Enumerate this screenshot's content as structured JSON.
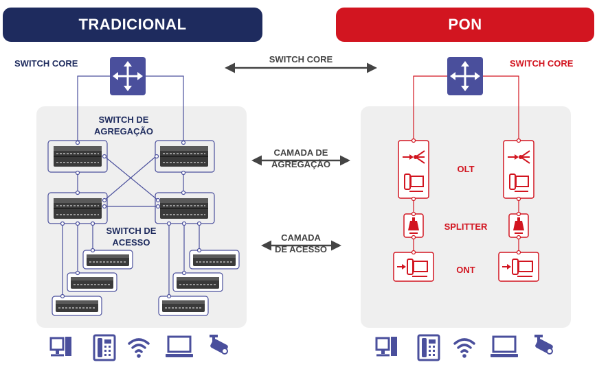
{
  "headers": {
    "left": "TRADICIONAL",
    "right": "PON"
  },
  "left": {
    "core_label": "SWITCH CORE",
    "aggregation_label": [
      "SWITCH DE",
      "AGREGAÇÃO"
    ],
    "access_label": [
      "SWITCH DE",
      "ACESSO"
    ]
  },
  "right": {
    "core_label": "SWITCH CORE",
    "olt_label": "OLT",
    "splitter_label": "SPLITTER",
    "ont_label": "ONT"
  },
  "middle": {
    "core": "SWITCH CORE",
    "aggregation": [
      "CAMADA DE",
      "AGREGAÇÃO"
    ],
    "access": [
      "CAMADA",
      "DE ACESSO"
    ]
  },
  "endpoint_icons": [
    "computer-icon",
    "phone-icon",
    "wifi-icon",
    "laptop-icon",
    "camera-icon"
  ],
  "colors": {
    "navy": "#1e2b5e",
    "red": "#d21520",
    "core_blue": "#4a4f9c",
    "panel": "#efefef"
  }
}
